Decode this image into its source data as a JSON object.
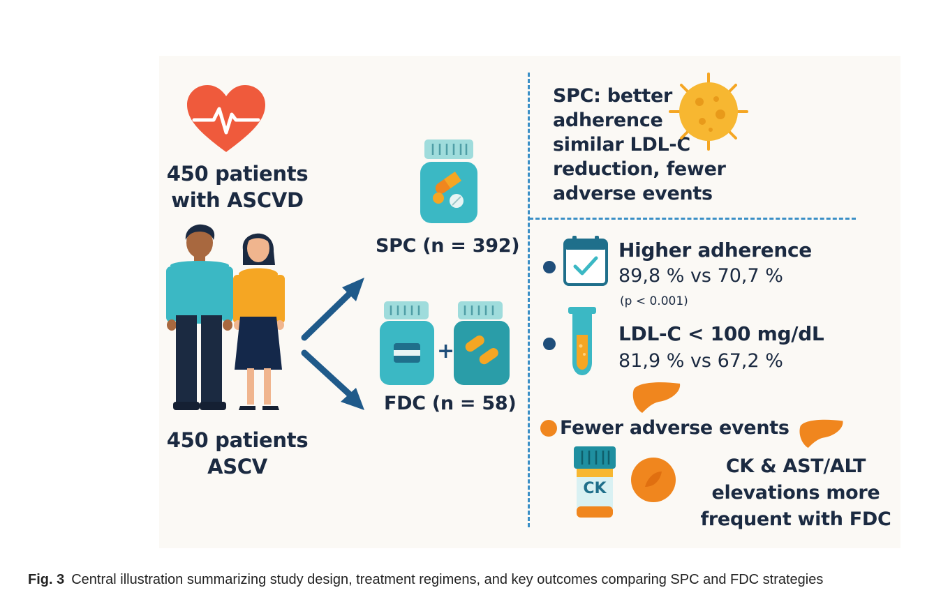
{
  "left": {
    "top_label": [
      "450 patients",
      "with ASCVD"
    ],
    "bottom_label": [
      "450 patients",
      "ASCV"
    ]
  },
  "middle": {
    "spc_label": "SPC (n = 392)",
    "fdc_label": "FDC (n = 58)",
    "plus": "+"
  },
  "summary": {
    "lines": [
      "SPC: better",
      "adherence",
      "similar LDL-C",
      "reduction, fewer",
      "adverse events"
    ]
  },
  "outcomes": {
    "adherence_title": "Higher adherence",
    "adherence_values": "89,8 % vs 70,7 %",
    "adherence_p": "(p < 0.001)",
    "ldl_title": "LDL-C < 100 mg/dL",
    "ldl_values": "81,9 % vs 67,2 %",
    "adverse_title": "Fewer adverse events",
    "ck_label": "CK",
    "ck_lines": [
      "CK & AST/ALT",
      "elevations more",
      "frequent with FDC"
    ]
  },
  "caption": {
    "fig": "Fig. 3",
    "text": "Central illustration summarizing study design, treatment regimens, and key outcomes comparing SPC and FDC strategies"
  },
  "colors": {
    "navy": "#1b2a41",
    "teal": "#3bb8c4",
    "orange": "#f0861e",
    "heart": "#ef5a3c",
    "divider": "#3a8fc6",
    "arrow": "#1f5a8a"
  }
}
